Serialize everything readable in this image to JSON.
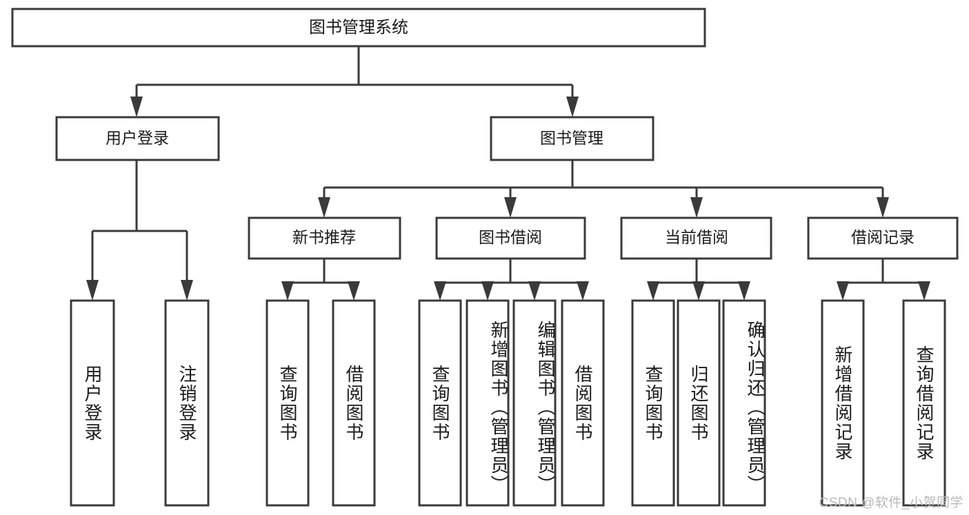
{
  "diagram": {
    "title": "图书管理系统",
    "type": "tree",
    "watermark": "CSDN @软件_小贺同学",
    "colors": {
      "stroke": "#3a3a3a",
      "box_fill": "#ffffff",
      "text": "#1a1a1a",
      "background": "#ffffff",
      "watermark": "#b9b9b9"
    },
    "root": {
      "label": "图书管理系统",
      "orientation": "horizontal"
    },
    "level2": [
      {
        "label": "用户登录",
        "orientation": "horizontal"
      },
      {
        "label": "图书管理",
        "orientation": "horizontal"
      }
    ],
    "level3": [
      {
        "label": "新书推荐",
        "orientation": "horizontal"
      },
      {
        "label": "图书借阅",
        "orientation": "horizontal"
      },
      {
        "label": "当前借阅",
        "orientation": "horizontal"
      },
      {
        "label": "借阅记录",
        "orientation": "horizontal"
      }
    ],
    "leaves": {
      "user_login": [
        {
          "label": "用户登录",
          "orientation": "vertical"
        },
        {
          "label": "注销登录",
          "orientation": "vertical"
        }
      ],
      "new_book_recommend": [
        {
          "label": "查询图书",
          "orientation": "vertical"
        },
        {
          "label": "借阅图书",
          "orientation": "vertical"
        }
      ],
      "book_borrow": [
        {
          "label": "查询图书",
          "orientation": "vertical"
        },
        {
          "label": "新增图书（管理员）",
          "orientation": "vertical"
        },
        {
          "label": "编辑图书（管理员）",
          "orientation": "vertical"
        },
        {
          "label": "借阅图书",
          "orientation": "vertical"
        }
      ],
      "current_borrow": [
        {
          "label": "查询图书",
          "orientation": "vertical"
        },
        {
          "label": "归还图书",
          "orientation": "vertical"
        },
        {
          "label": "确认归还（管理员）",
          "orientation": "vertical"
        }
      ],
      "borrow_record": [
        {
          "label": "新增借阅记录",
          "orientation": "vertical"
        },
        {
          "label": "查询借阅记录",
          "orientation": "vertical"
        }
      ]
    }
  }
}
